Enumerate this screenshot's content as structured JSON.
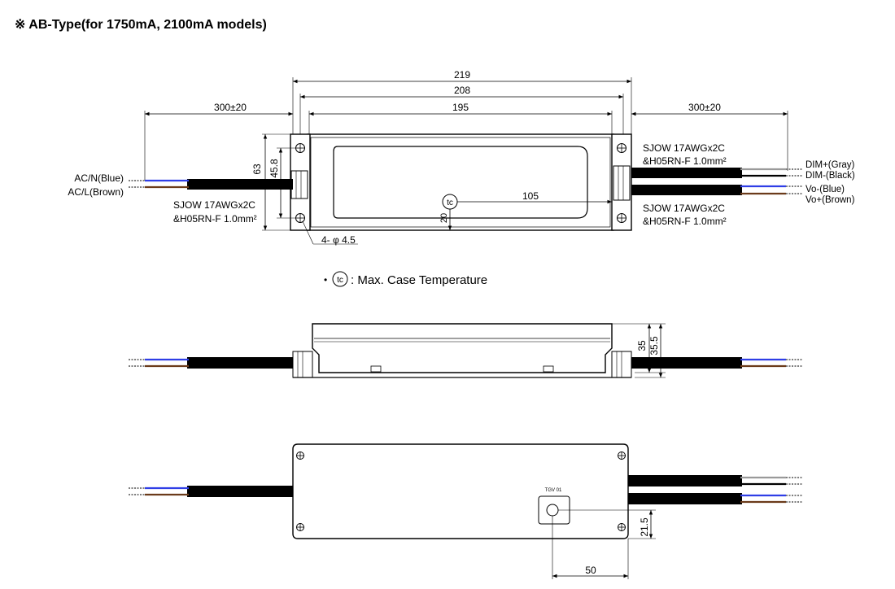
{
  "title": "※ AB-Type(for 1750mA, 2100mA models)",
  "dimensions": {
    "overall_length": "219",
    "mounting_length": "208",
    "body_length": "195",
    "cable_left": "300±20",
    "cable_right": "300±20",
    "width_63": "63",
    "width_45_8": "45.8",
    "tc_x": "105",
    "tc_y": "20",
    "hole": "4- φ 4.5",
    "height_35": "35",
    "height_35_5": "35.5",
    "label_y": "21.5",
    "label_x": "50"
  },
  "labels": {
    "ac_n": "AC/N(Blue)",
    "ac_l": "AC/L(Brown)",
    "cable_in_1": "SJOW 17AWGx2C",
    "cable_in_2": "&H05RN-F 1.0mm²",
    "cable_out_top_1": "SJOW 17AWGx2C",
    "cable_out_top_2": "&H05RN-F 1.0mm²",
    "cable_out_bot_1": "SJOW 17AWGx2C",
    "cable_out_bot_2": "&H05RN-F 1.0mm²",
    "dim_plus": "DIM+(Gray)",
    "dim_minus": "DIM-(Black)",
    "vo_minus": "Vo-(Blue)",
    "vo_plus": "Vo+(Brown)",
    "tc_symbol": "tc",
    "tc_note": ": Max. Case Temperature",
    "tc_note_bullet": "•",
    "label_text": "TGV 01"
  },
  "colors": {
    "blue": "#2f3ee6",
    "brown": "#6b3b1a",
    "gray": "#9a9a9a",
    "black": "#000000"
  }
}
